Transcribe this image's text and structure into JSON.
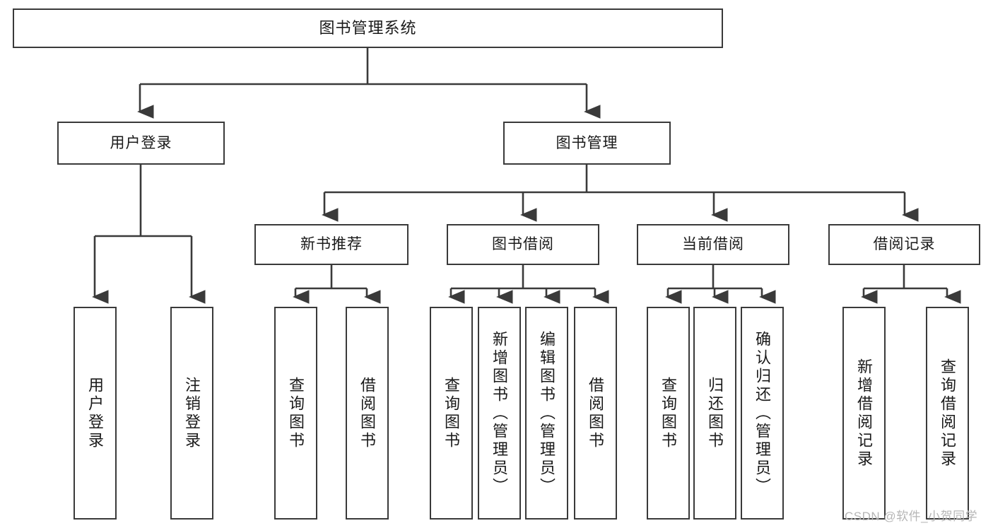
{
  "diagram": {
    "title_node": {
      "label": "图书管理系统"
    },
    "level1": [
      {
        "id": "user-login",
        "label": "用户登录"
      },
      {
        "id": "book-management",
        "label": "图书管理"
      }
    ],
    "level2": [
      {
        "id": "new-book-recommend",
        "label": "新书推荐"
      },
      {
        "id": "book-borrow",
        "label": "图书借阅"
      },
      {
        "id": "current-borrow",
        "label": "当前借阅"
      },
      {
        "id": "borrow-record",
        "label": "借阅记录"
      }
    ],
    "leaves": {
      "user_login": [
        {
          "id": "leaf-user-login",
          "label": "用户登录"
        },
        {
          "id": "leaf-logout-login",
          "label": "注销登录"
        }
      ],
      "new_book_recommend": [
        {
          "id": "leaf-query-book-1",
          "label": "查询图书"
        },
        {
          "id": "leaf-borrow-book-1",
          "label": "借阅图书"
        }
      ],
      "book_borrow": [
        {
          "id": "leaf-query-book-2",
          "label": "查询图书"
        },
        {
          "id": "leaf-add-book",
          "label": "新增图书（管理员）"
        },
        {
          "id": "leaf-edit-book",
          "label": "编辑图书（管理员）"
        },
        {
          "id": "leaf-borrow-book-2",
          "label": "借阅图书"
        }
      ],
      "current_borrow": [
        {
          "id": "leaf-query-book-3",
          "label": "查询图书"
        },
        {
          "id": "leaf-return-book",
          "label": "归还图书"
        },
        {
          "id": "leaf-confirm-return",
          "label": "确认归还（管理员）"
        }
      ],
      "borrow_record": [
        {
          "id": "leaf-add-record",
          "label": "新增借阅记录"
        },
        {
          "id": "leaf-query-record",
          "label": "查询借阅记录"
        }
      ]
    }
  },
  "watermark": {
    "text": "CSDN @软件_小贺同学"
  },
  "colors": {
    "box_border": "#3a3a3a",
    "box_fill": "#ffffff",
    "connector": "#3a3a3a",
    "text": "#1a1a1a",
    "watermark": "#b6b6b6",
    "background": "#ffffff"
  }
}
